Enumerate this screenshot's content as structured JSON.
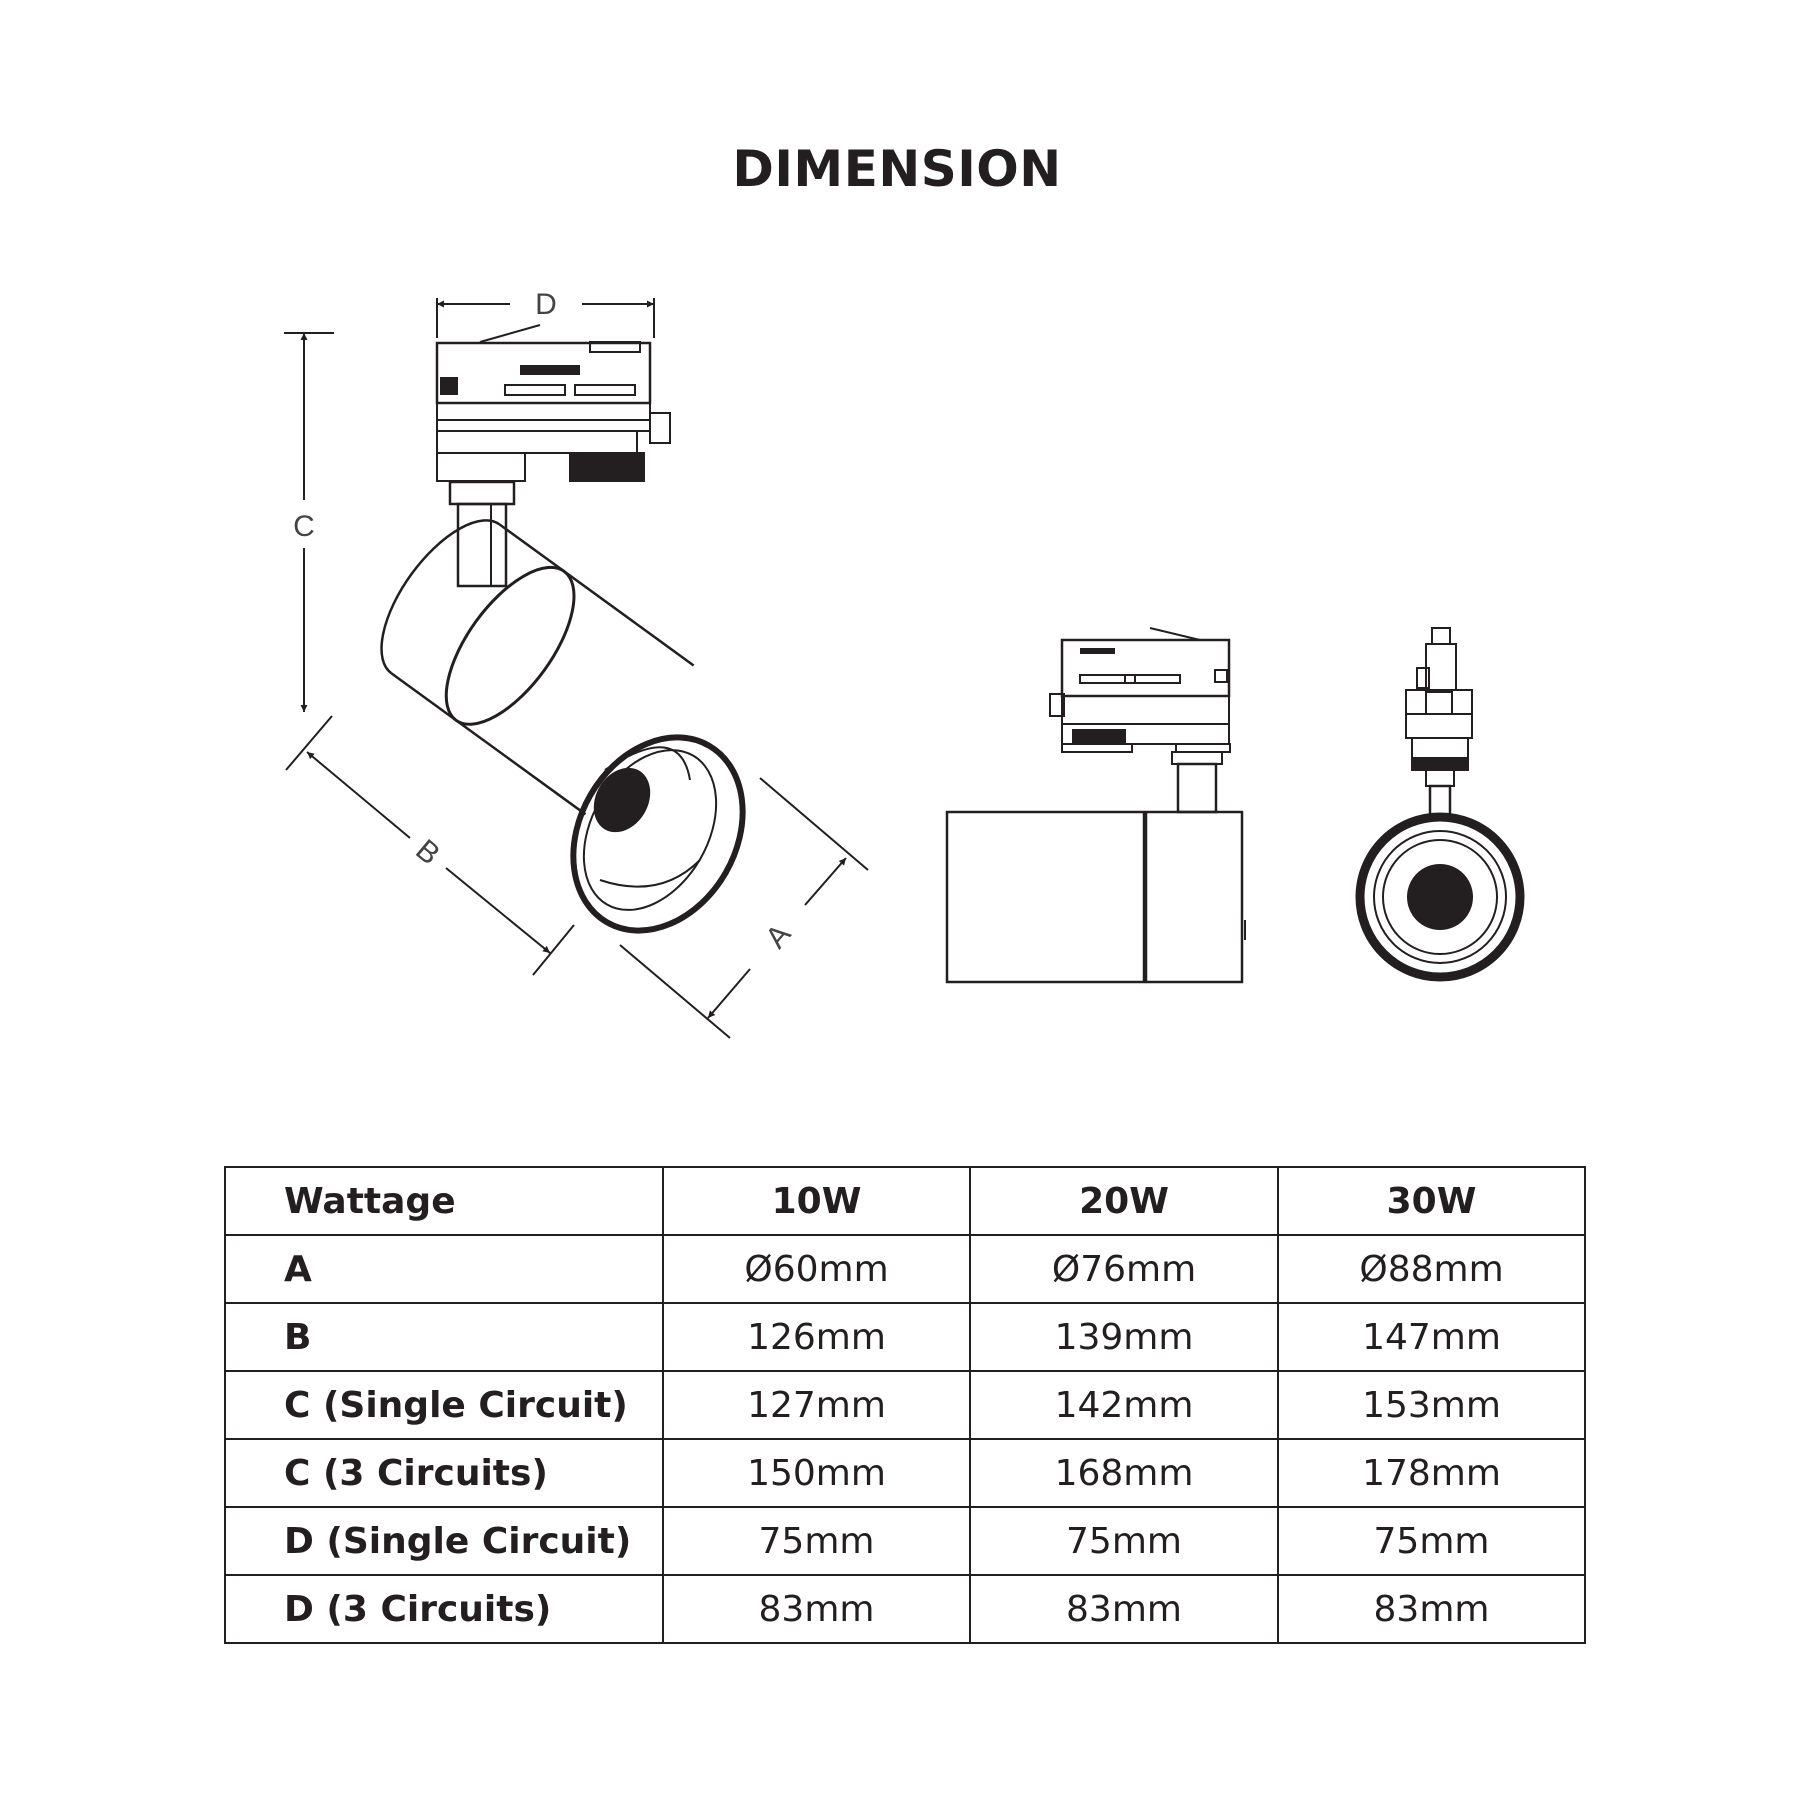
{
  "title": "DIMENSION",
  "labels": {
    "a": "A",
    "b": "B",
    "c": "C",
    "d": "D"
  },
  "table": {
    "header": {
      "label": "Wattage",
      "cols": [
        "10W",
        "20W",
        "30W"
      ]
    },
    "rows": [
      {
        "label": "A",
        "values": [
          "Ø60mm",
          "Ø76mm",
          "Ø88mm"
        ]
      },
      {
        "label": "B",
        "values": [
          "126mm",
          "139mm",
          "147mm"
        ]
      },
      {
        "label": "C (Single Circuit)",
        "values": [
          "127mm",
          "142mm",
          "153mm"
        ]
      },
      {
        "label": "C (3 Circuits)",
        "values": [
          "150mm",
          "168mm",
          "178mm"
        ]
      },
      {
        "label": "D (Single Circuit)",
        "values": [
          "75mm",
          "75mm",
          "75mm"
        ]
      },
      {
        "label": "D (3 Circuits)",
        "values": [
          "83mm",
          "83mm",
          "83mm"
        ]
      }
    ]
  }
}
